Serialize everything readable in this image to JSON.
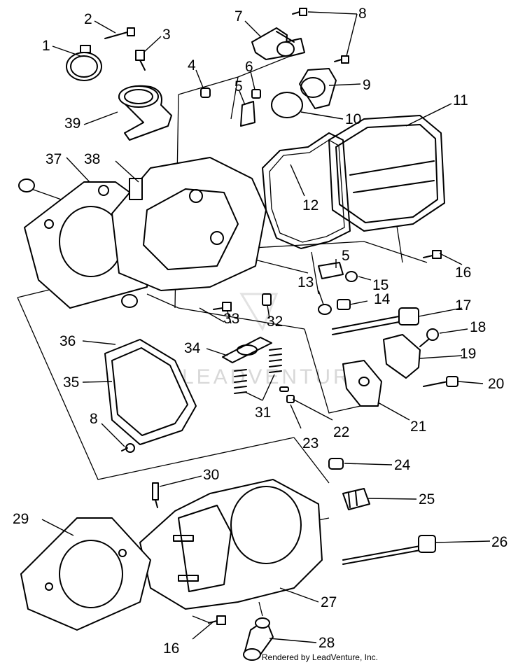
{
  "watermark": "LEADVENTURE",
  "credit": "Rendered by LeadVenture, Inc.",
  "callouts": [
    "1",
    "2",
    "3",
    "4",
    "5",
    "5",
    "6",
    "7",
    "8",
    "8",
    "9",
    "10",
    "11",
    "12",
    "13",
    "14",
    "15",
    "16",
    "16",
    "17",
    "18",
    "19",
    "20",
    "21",
    "22",
    "23",
    "24",
    "25",
    "26",
    "27",
    "28",
    "29",
    "30",
    "31",
    "32",
    "33",
    "34",
    "35",
    "36",
    "37",
    "38",
    "39"
  ]
}
